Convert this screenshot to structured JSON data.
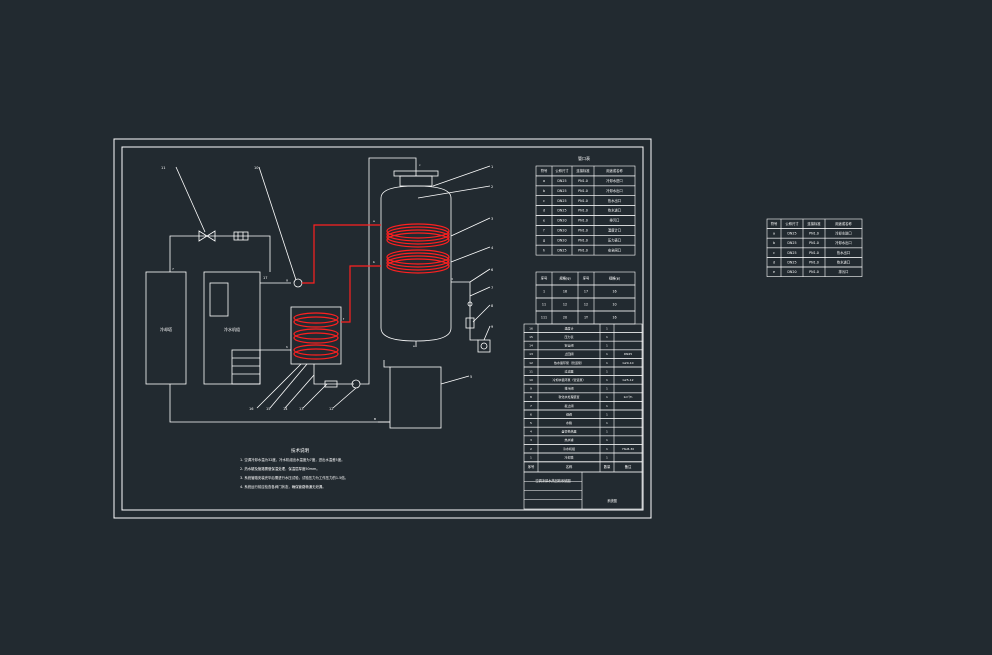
{
  "colors": {
    "background": "#222a30",
    "line": "#ffffff",
    "coil": "#ff2020"
  },
  "drawing": {
    "notes_title": "技术说明",
    "notes": [
      "1. 空调冷却水温为32度，冷水机组出水温度为7度，进出水温差5度。",
      "2. 热水罐及管路需做保温处理，保温层厚度50mm。",
      "3. 系统管路安装完毕后需进行水压试验，试验压力为工作压力的1.5倍。",
      "4. 系统运行前应检查各阀门状态，确保管路畅通无泄漏。"
    ],
    "equipment_labels": {
      "cooling_tower": "冷却塔",
      "chiller": "冷水机组",
      "small_label_a": "7",
      "small_label_b": "B"
    },
    "callouts": [
      "1",
      "2",
      "3",
      "4",
      "5",
      "6",
      "7",
      "8",
      "9",
      "10",
      "11",
      "12",
      "13",
      "14",
      "15",
      "16",
      "17"
    ],
    "pipe_labels": [
      "a",
      "b",
      "c",
      "d",
      "e",
      "f",
      "g",
      "h"
    ]
  },
  "nozzle_table": {
    "title": "管口表",
    "headers": [
      "符号",
      "公称尺寸",
      "连接标准",
      "用途或名称"
    ],
    "rows": [
      [
        "a",
        "DN25",
        "PN1.0",
        "冷却水进口"
      ],
      [
        "b",
        "DN25",
        "PN1.0",
        "冷却水出口"
      ],
      [
        "c",
        "DN25",
        "PN1.0",
        "热水出口"
      ],
      [
        "d",
        "DN25",
        "PN1.0",
        "热水进口"
      ],
      [
        "e",
        "DN20",
        "PN1.0",
        "排污口"
      ],
      [
        "f",
        "DN20",
        "PN1.0",
        "温度计口"
      ],
      [
        "g",
        "DN20",
        "PN1.0",
        "压力表口"
      ],
      [
        "h",
        "DN25",
        "PN1.0",
        "安全阀口"
      ]
    ]
  },
  "valve_table": {
    "headers": [
      "序号",
      "规格(φ)",
      "序号",
      "规格(φ)"
    ],
    "rows": [
      [
        "1",
        "16",
        "17",
        "16"
      ],
      [
        "11",
        "12",
        "12",
        "10"
      ],
      [
        "111",
        "20",
        "1Y",
        "16"
      ]
    ]
  },
  "bom": {
    "rows": [
      [
        "16",
        "温度计",
        "1",
        ""
      ],
      [
        "15",
        "压力表",
        "1",
        ""
      ],
      [
        "14",
        "安全阀",
        "1",
        ""
      ],
      [
        "13",
        "止回阀",
        "1",
        "DN25"
      ],
      [
        "12",
        "热水循环泵（管道泵）",
        "1",
        "G20-10"
      ],
      [
        "11",
        "过滤器",
        "1",
        ""
      ],
      [
        "10",
        "冷却水循环泵（管道泵）",
        "1",
        "G25-12"
      ],
      [
        "9",
        "排污阀",
        "1",
        ""
      ],
      [
        "8",
        "软化水处理装置",
        "1",
        "1m³/h"
      ],
      [
        "7",
        "截止阀",
        "1",
        ""
      ],
      [
        "6",
        "闸阀",
        "1",
        ""
      ],
      [
        "5",
        "水箱",
        "1",
        ""
      ],
      [
        "4",
        "盘管换热器",
        "1",
        ""
      ],
      [
        "3",
        "热水罐",
        "1",
        ""
      ],
      [
        "2",
        "冷水机组",
        "1",
        "YSLB-30"
      ],
      [
        "1",
        "冷却塔",
        "1",
        ""
      ]
    ],
    "header": [
      "序号",
      "名称",
      "数量",
      "备注"
    ],
    "title_block": {
      "drawing_title": "空调冷却水热回收系统图",
      "drawing_no": "系统图"
    }
  },
  "side_table": {
    "headers": [
      "符号",
      "公称尺寸",
      "连接标准",
      "用途或名称"
    ],
    "rows": [
      [
        "a",
        "DN25",
        "PN1.0",
        "冷却水进口"
      ],
      [
        "b",
        "DN25",
        "PN1.0",
        "冷却水出口"
      ],
      [
        "c",
        "DN25",
        "PN1.0",
        "热水出口"
      ],
      [
        "d",
        "DN25",
        "PN1.0",
        "热水进口"
      ],
      [
        "e",
        "DN20",
        "PN1.0",
        "排污口"
      ]
    ]
  }
}
